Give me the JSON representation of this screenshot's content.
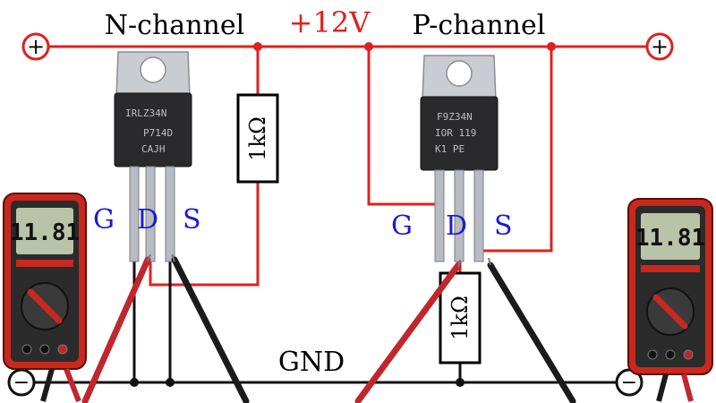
{
  "labels": {
    "n_channel": "N-channel",
    "p_channel": "P-channel",
    "supply": "+12V",
    "gnd": "GND",
    "plus_left": "+",
    "plus_right": "+",
    "minus_left": "−",
    "minus_right": "−"
  },
  "n_mosfet": {
    "marking_line1": "IRLZ34N",
    "marking_line2": "P714D",
    "marking_line3": "CAJH",
    "pin_g": "G",
    "pin_d": "D",
    "pin_s": "S"
  },
  "p_mosfet": {
    "marking_line1": "F9Z34N",
    "marking_line2": "IOR 119",
    "marking_line3": "K1   PE",
    "pin_g": "G",
    "pin_d": "D",
    "pin_s": "S"
  },
  "resistors": {
    "n_side": "1kΩ",
    "p_side": "1kΩ"
  },
  "meters": {
    "left_reading": "11.81",
    "right_reading": "11.81"
  },
  "colors": {
    "wire_red": "#e02020",
    "wire_dark": "#111111",
    "pin_label_blue": "#1a1ad6",
    "supply_label_red": "#e02020",
    "meter_body": "#c8281e",
    "lcd": "#b9c3a8"
  }
}
